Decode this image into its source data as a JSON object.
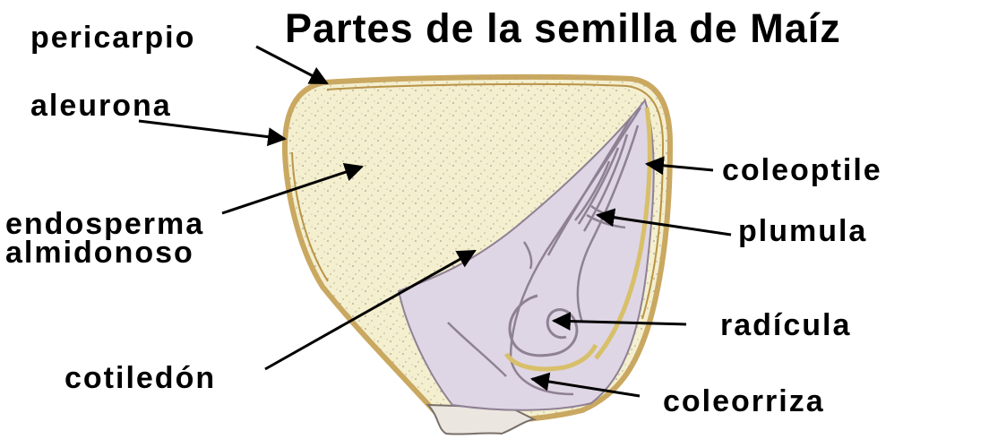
{
  "title": "Partes de la semilla de Maíz",
  "labels": {
    "pericarpio": "pericarpio",
    "aleurona": "aleurona",
    "endosperma_line1": "endosperma",
    "endosperma_line2": "almidonoso",
    "cotiledon": "cotiledón",
    "coleoptile": "coleoptile",
    "plumula": "plumula",
    "radicula": "radícula",
    "coleorriza": "coleorriza"
  },
  "colors": {
    "endosperm": "#f4efcf",
    "pericarp": "#caa860",
    "cotyledon": "#ded6e4",
    "embryo_lines": "#8f8194",
    "arrow": "#000000"
  }
}
